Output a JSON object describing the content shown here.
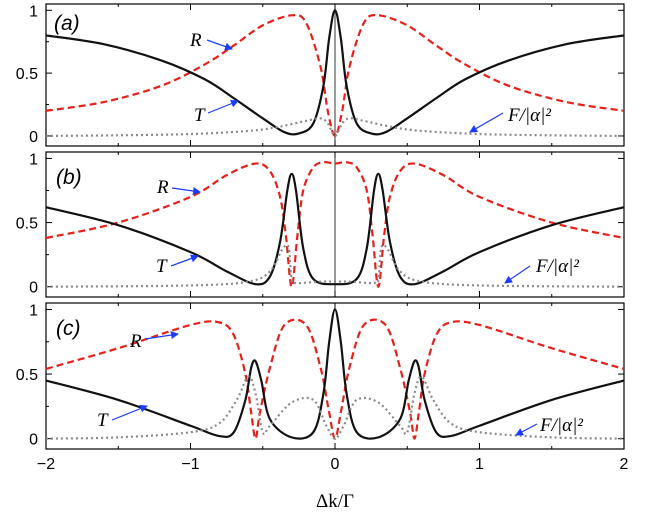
{
  "chart_data": [
    {
      "type": "line",
      "panel_label": "(a)",
      "xlim": [
        -2,
        2
      ],
      "ylim": [
        -0.08,
        1.05
      ],
      "xticks": [
        "−2",
        "−1",
        "0",
        "1",
        "2"
      ],
      "yticks": [
        "0",
        "0.5",
        "1"
      ],
      "series": [
        {
          "name": "R",
          "style": "dashed",
          "color": "#e8201a",
          "x": [
            -2,
            -1.6,
            -1.2,
            -0.9,
            -0.7,
            -0.5,
            -0.3,
            -0.2,
            -0.1,
            -0.05,
            0,
            0.05,
            0.1,
            0.2,
            0.3,
            0.5,
            0.7,
            0.9,
            1.2,
            1.6,
            2
          ],
          "y": [
            0.2,
            0.27,
            0.4,
            0.57,
            0.72,
            0.88,
            0.96,
            0.9,
            0.55,
            0.2,
            0,
            0.2,
            0.55,
            0.9,
            0.96,
            0.88,
            0.72,
            0.57,
            0.4,
            0.27,
            0.2
          ]
        },
        {
          "name": "T",
          "style": "solid",
          "color": "#111111",
          "x": [
            -2,
            -1.6,
            -1.2,
            -0.9,
            -0.7,
            -0.5,
            -0.35,
            -0.25,
            -0.15,
            -0.08,
            -0.04,
            0,
            0.04,
            0.08,
            0.15,
            0.25,
            0.35,
            0.5,
            0.7,
            0.9,
            1.2,
            1.6,
            2
          ],
          "y": [
            0.8,
            0.73,
            0.6,
            0.45,
            0.3,
            0.14,
            0.03,
            0.02,
            0.1,
            0.4,
            0.78,
            1.0,
            0.78,
            0.4,
            0.1,
            0.02,
            0.03,
            0.14,
            0.3,
            0.45,
            0.6,
            0.73,
            0.8
          ]
        },
        {
          "name": "F/|α|²",
          "style": "dotted",
          "color": "#8a8a8a",
          "x": [
            -2,
            -1.5,
            -1.0,
            -0.6,
            -0.4,
            -0.2,
            -0.1,
            -0.05,
            0,
            0.05,
            0.1,
            0.2,
            0.4,
            0.6,
            1.0,
            1.5,
            2
          ],
          "y": [
            0.0,
            0.005,
            0.015,
            0.04,
            0.07,
            0.12,
            0.14,
            0.1,
            0.0,
            0.1,
            0.14,
            0.12,
            0.07,
            0.04,
            0.015,
            0.005,
            0.0
          ]
        }
      ],
      "annotations": [
        "R",
        "T",
        "F/|α|²"
      ]
    },
    {
      "type": "line",
      "panel_label": "(b)",
      "xlim": [
        -2,
        2
      ],
      "ylim": [
        -0.08,
        1.05
      ],
      "xticks": [
        "−2",
        "−1",
        "0",
        "1",
        "2"
      ],
      "yticks": [
        "0",
        "0.5",
        "1"
      ],
      "series": [
        {
          "name": "R",
          "style": "dashed",
          "color": "#e8201a",
          "x": [
            -2,
            -1.5,
            -1.0,
            -0.75,
            -0.55,
            -0.45,
            -0.38,
            -0.34,
            -0.3,
            -0.26,
            -0.22,
            -0.15,
            -0.08,
            0,
            0.08,
            0.15,
            0.22,
            0.26,
            0.3,
            0.34,
            0.38,
            0.45,
            0.55,
            0.75,
            1.0,
            1.5,
            2
          ],
          "y": [
            0.38,
            0.5,
            0.7,
            0.87,
            0.96,
            0.9,
            0.7,
            0.4,
            0.0,
            0.4,
            0.75,
            0.93,
            0.97,
            0.96,
            0.97,
            0.93,
            0.75,
            0.4,
            0.0,
            0.4,
            0.7,
            0.9,
            0.96,
            0.87,
            0.7,
            0.5,
            0.38
          ]
        },
        {
          "name": "T",
          "style": "solid",
          "color": "#111111",
          "x": [
            -2,
            -1.5,
            -1.0,
            -0.75,
            -0.55,
            -0.45,
            -0.38,
            -0.33,
            -0.3,
            -0.27,
            -0.22,
            -0.15,
            0,
            0.15,
            0.22,
            0.27,
            0.3,
            0.33,
            0.38,
            0.45,
            0.55,
            0.75,
            1.0,
            1.5,
            2
          ],
          "y": [
            0.62,
            0.48,
            0.27,
            0.12,
            0.02,
            0.08,
            0.35,
            0.75,
            0.88,
            0.75,
            0.3,
            0.06,
            0.02,
            0.06,
            0.3,
            0.75,
            0.88,
            0.75,
            0.35,
            0.08,
            0.02,
            0.12,
            0.27,
            0.48,
            0.62
          ]
        },
        {
          "name": "F/|α|²",
          "style": "dotted",
          "color": "#8a8a8a",
          "x": [
            -2,
            -1.0,
            -0.6,
            -0.45,
            -0.36,
            -0.32,
            -0.3,
            -0.27,
            -0.22,
            -0.1,
            0,
            0.1,
            0.22,
            0.27,
            0.3,
            0.32,
            0.36,
            0.45,
            0.6,
            1.0,
            2
          ],
          "y": [
            0.0,
            0.01,
            0.04,
            0.12,
            0.3,
            0.3,
            0.05,
            0.03,
            0.03,
            0.04,
            0.04,
            0.04,
            0.03,
            0.03,
            0.05,
            0.3,
            0.3,
            0.12,
            0.04,
            0.01,
            0.0
          ]
        }
      ],
      "annotations": [
        "R",
        "T",
        "F/|α|²"
      ]
    },
    {
      "type": "line",
      "panel_label": "(c)",
      "xlim": [
        -2,
        2
      ],
      "ylim": [
        -0.08,
        1.05
      ],
      "xticks": [
        "−2",
        "−1",
        "0",
        "1",
        "2"
      ],
      "yticks": [
        "0",
        "0.5",
        "1"
      ],
      "xlabel": "Δk/Γ",
      "series": [
        {
          "name": "R",
          "style": "dashed",
          "color": "#e8201a",
          "x": [
            -2,
            -1.5,
            -1.0,
            -0.8,
            -0.7,
            -0.62,
            -0.58,
            -0.55,
            -0.52,
            -0.45,
            -0.35,
            -0.2,
            -0.1,
            -0.04,
            0,
            0.04,
            0.1,
            0.2,
            0.35,
            0.45,
            0.52,
            0.55,
            0.58,
            0.62,
            0.7,
            0.8,
            1.0,
            1.5,
            2
          ],
          "y": [
            0.54,
            0.7,
            0.88,
            0.9,
            0.8,
            0.5,
            0.2,
            0.0,
            0.2,
            0.55,
            0.88,
            0.88,
            0.55,
            0.2,
            0.0,
            0.2,
            0.55,
            0.88,
            0.88,
            0.55,
            0.2,
            0.0,
            0.2,
            0.5,
            0.8,
            0.9,
            0.88,
            0.7,
            0.54
          ]
        },
        {
          "name": "T",
          "style": "solid",
          "color": "#111111",
          "x": [
            -2,
            -1.5,
            -1.0,
            -0.8,
            -0.7,
            -0.62,
            -0.58,
            -0.55,
            -0.51,
            -0.45,
            -0.3,
            -0.15,
            -0.08,
            -0.04,
            0,
            0.04,
            0.08,
            0.15,
            0.3,
            0.45,
            0.51,
            0.55,
            0.58,
            0.62,
            0.7,
            0.8,
            1.0,
            1.5,
            2
          ],
          "y": [
            0.45,
            0.3,
            0.1,
            0.02,
            0.05,
            0.3,
            0.55,
            0.6,
            0.45,
            0.15,
            0.01,
            0.05,
            0.35,
            0.75,
            1.0,
            0.75,
            0.35,
            0.05,
            0.01,
            0.15,
            0.45,
            0.6,
            0.55,
            0.3,
            0.05,
            0.02,
            0.1,
            0.3,
            0.45
          ]
        },
        {
          "name": "F/|α|²",
          "style": "dotted",
          "color": "#8a8a8a",
          "x": [
            -2,
            -1.5,
            -1.0,
            -0.8,
            -0.68,
            -0.6,
            -0.55,
            -0.5,
            -0.45,
            -0.3,
            -0.15,
            -0.06,
            0,
            0.06,
            0.15,
            0.3,
            0.45,
            0.5,
            0.55,
            0.6,
            0.68,
            0.8,
            1.0,
            1.5,
            2
          ],
          "y": [
            0.0,
            0.01,
            0.05,
            0.12,
            0.3,
            0.48,
            0.35,
            0.05,
            0.1,
            0.28,
            0.3,
            0.1,
            0.0,
            0.1,
            0.3,
            0.28,
            0.1,
            0.05,
            0.35,
            0.48,
            0.3,
            0.12,
            0.05,
            0.01,
            0.0
          ]
        }
      ],
      "annotations": [
        "R",
        "T",
        "F/|α|²"
      ]
    }
  ]
}
